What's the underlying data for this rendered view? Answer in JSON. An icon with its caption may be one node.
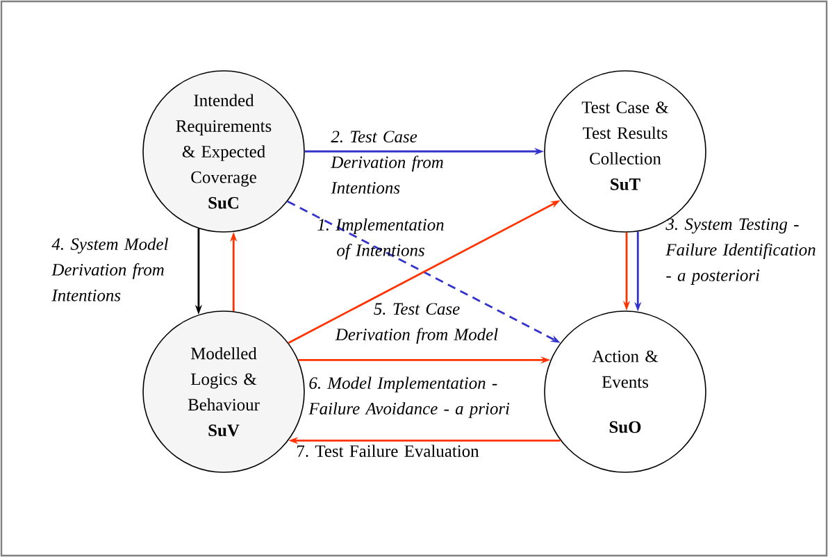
{
  "diagram": {
    "nodes": [
      {
        "text": [
          "Intended Requirements & Expected Coverage",
          "SuC"
        ]
      },
      {
        "text": [
          "Test Case & Test Results Collection",
          "SuT"
        ]
      },
      {
        "text": [
          "Modelled Logics & Behaviour",
          "SuV"
        ]
      },
      {
        "text": [
          "Action & Events",
          "SuO"
        ]
      }
    ],
    "edges": [
      {
        "from": 0,
        "to": 1,
        "arrow": "to",
        "label": "2. Test Case Derivation from Intentions",
        "color": "#3333cc"
      },
      {
        "from": 0,
        "to": 3,
        "arrow": "to",
        "label": "1. Implementation of Intentions",
        "style": "dashed",
        "color": "#3333cc"
      },
      {
        "from": 1,
        "to": 3,
        "arrow": "to"
      },
      {
        "from": 1,
        "to": 3,
        "arrow": "to",
        "label": "3. System Testing - Failure Identification - a posteriori",
        "color": "#3333cc"
      },
      {
        "from": 0,
        "to": 2,
        "arrow": "to",
        "label": "4. System Model Derivation from Intentions",
        "color": "#000000"
      },
      {
        "from": 2,
        "to": 0,
        "arrow": "to"
      },
      {
        "from": 2,
        "to": 1,
        "arrow": "to",
        "label": "5. Test Case Derivation from Model"
      },
      {
        "from": 2,
        "to": 3,
        "arrow": "to",
        "label": "6. Model Implementation - Failure Avoidance - a priori"
      },
      {
        "from": 3,
        "to": 2,
        "arrow": "to",
        "label": "7. Test Failure Evaluation"
      }
    ]
  }
}
